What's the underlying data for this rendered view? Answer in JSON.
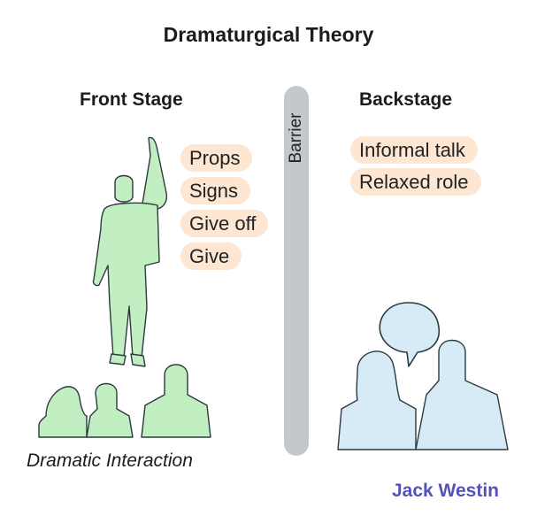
{
  "title": "Dramaturgical Theory",
  "front_stage": {
    "heading": "Front Stage",
    "items": [
      "Props",
      "Signs",
      "Give off",
      "Give"
    ],
    "caption": "Dramatic Interaction"
  },
  "barrier": {
    "label": "Barrier"
  },
  "backstage": {
    "heading": "Backstage",
    "items": [
      "Informal talk",
      "Relaxed role"
    ]
  },
  "brand": "Jack Westin",
  "colors": {
    "figure_green": "#c2efc2",
    "figure_blue": "#d7ebf7",
    "pill": "#fde6d2",
    "barrier": "#c3c8cc",
    "brand": "#5352b5"
  },
  "icons": [
    "performer-figure",
    "audience-figures",
    "speech-bubble-icon",
    "conversing-couple-figures"
  ]
}
